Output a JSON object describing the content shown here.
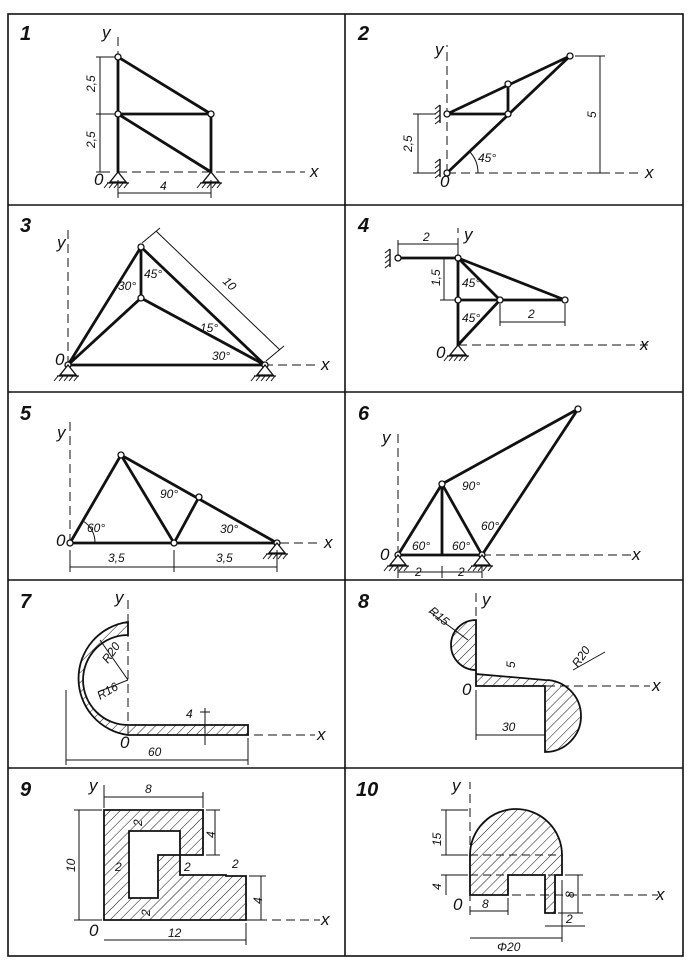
{
  "panels": [
    {
      "number": "1",
      "dims": {
        "h_upper": "2,5",
        "h_lower": "2,5",
        "width": "4"
      }
    },
    {
      "number": "2",
      "dims": {
        "height_left": "2,5",
        "height_right": "5",
        "angle": "45°"
      }
    },
    {
      "number": "3",
      "dims": {
        "length": "10",
        "angle_top_left": "30°",
        "angle_top_right": "45°",
        "angle_right_upper": "15°",
        "angle_right_lower": "30°"
      }
    },
    {
      "number": "4",
      "dims": {
        "top": "2",
        "height": "1,5",
        "bottom": "2",
        "angle_upper": "45°",
        "angle_lower": "45°"
      }
    },
    {
      "number": "5",
      "dims": {
        "left": "3,5",
        "right": "3,5",
        "angle_left": "60°",
        "angle_mid": "90°",
        "angle_right": "30°"
      }
    },
    {
      "number": "6",
      "dims": {
        "left": "2",
        "right": "2",
        "angle_top": "90°",
        "angle_a": "60°",
        "angle_b": "60°",
        "angle_c": "60°"
      }
    },
    {
      "number": "7",
      "dims": {
        "r_outer": "R20",
        "r_inner": "R16",
        "thickness": "4",
        "length": "60"
      }
    },
    {
      "number": "8",
      "dims": {
        "r_small": "R15",
        "r_large": "R20",
        "offset": "5",
        "width": "30"
      }
    },
    {
      "number": "9",
      "dims": {
        "top": "8",
        "height": "10",
        "inner_a": "2",
        "inner_b": "2",
        "inner_c": "2",
        "inner_d": "2",
        "right_a": "4",
        "right_b": "2",
        "right_c": "4",
        "bottom": "12"
      }
    },
    {
      "number": "10",
      "dims": {
        "height_dome": "15",
        "height_band": "4",
        "step": "8",
        "height_right": "8",
        "gap": "2",
        "diameter": "Φ20"
      }
    }
  ],
  "axes": {
    "x": "x",
    "y": "y",
    "origin": "0"
  }
}
